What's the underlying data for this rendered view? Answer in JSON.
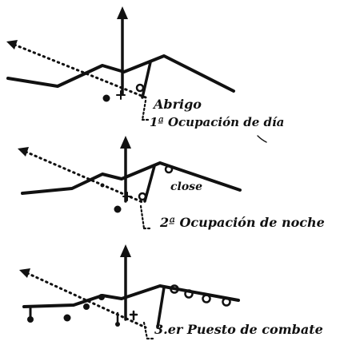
{
  "panels": [
    {
      "index": 1,
      "labels": {
        "shelter": "Abrigo",
        "caption": "1ª Ocupación de día"
      }
    },
    {
      "index": 2,
      "labels": {
        "close": "close",
        "caption": "2ª Ocupación de noche"
      }
    },
    {
      "index": 3,
      "labels": {
        "caption": "3.er Puesto de combate"
      }
    }
  ],
  "colors": {
    "ink": "#111111",
    "paper": "#ffffff"
  }
}
